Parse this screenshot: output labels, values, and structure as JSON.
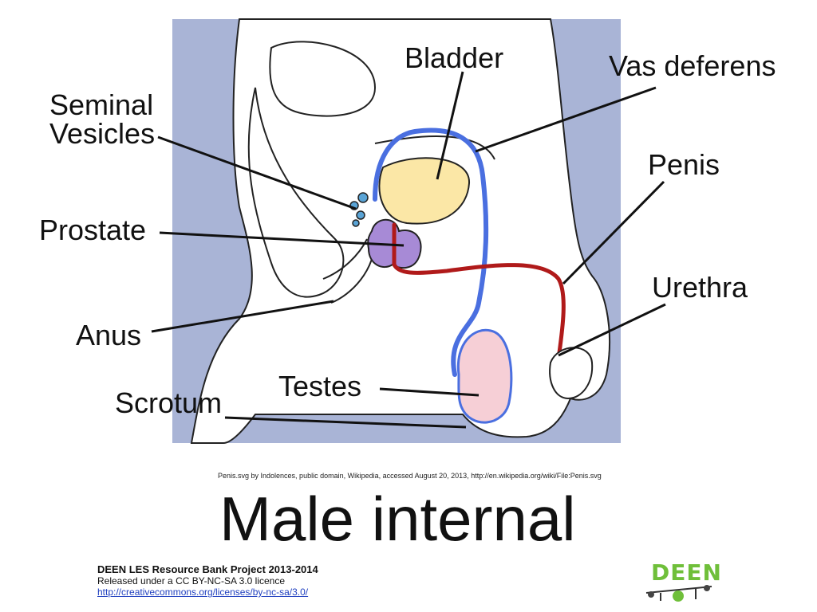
{
  "diagram": {
    "labels": {
      "bladder": "Bladder",
      "vas_deferens": "Vas deferens",
      "seminal_vesicles_line1": "Seminal",
      "seminal_vesicles_line2": "Vesicles",
      "penis": "Penis",
      "prostate": "Prostate",
      "urethra": "Urethra",
      "anus": "Anus",
      "testes": "Testes",
      "scrotum": "Scrotum"
    },
    "colors": {
      "background_panel": "#a9b4d6",
      "bladder": "#fbe7a6",
      "vas_deferens": "#4a6fe0",
      "prostate": "#a78ad6",
      "urethra": "#b01a1a",
      "testis": "#f6cfd6",
      "seminal_vesicle": "#5aa4d6"
    }
  },
  "credit": "Penis.svg by Indolences, public domain, Wikipedia, accessed August 20, 2013, http://en.wikipedia.org/wiki/File:Penis.svg",
  "title": "Male internal",
  "project": {
    "heading": "DEEN LES Resource Bank Project 2013-2014",
    "licence": "Released under a CC BY-NC-SA 3.0 licence",
    "link": "http://creativecommons.org/licenses/by-nc-sa/3.0/"
  },
  "logo": {
    "text": "DEEN"
  }
}
